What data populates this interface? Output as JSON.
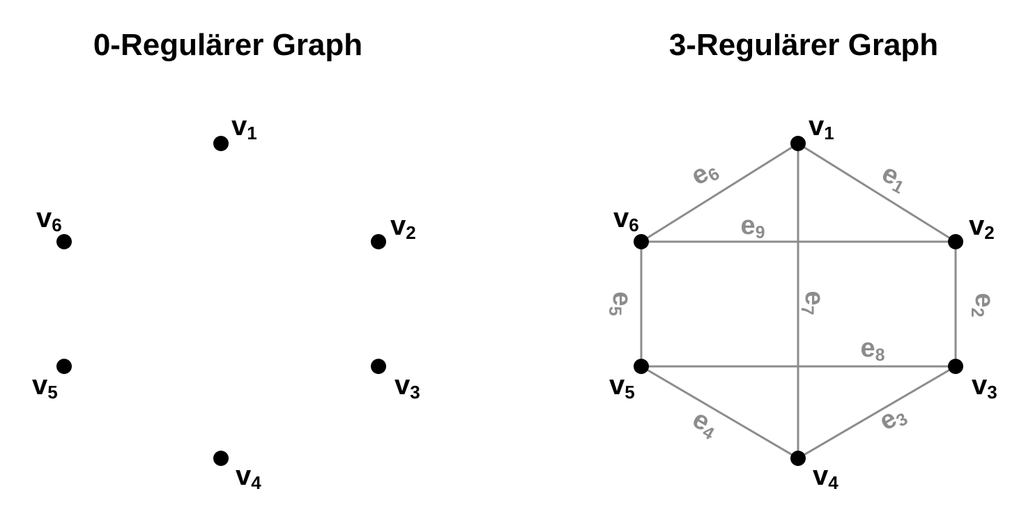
{
  "graphs": [
    {
      "id": "left",
      "title": "0-Regulärer Graph",
      "vertices": [
        {
          "name": "v",
          "sub": "1"
        },
        {
          "name": "v",
          "sub": "2"
        },
        {
          "name": "v",
          "sub": "3"
        },
        {
          "name": "v",
          "sub": "4"
        },
        {
          "name": "v",
          "sub": "5"
        },
        {
          "name": "v",
          "sub": "6"
        }
      ],
      "edges": []
    },
    {
      "id": "right",
      "title": "3-Regulärer Graph",
      "vertices": [
        {
          "name": "v",
          "sub": "1"
        },
        {
          "name": "v",
          "sub": "2"
        },
        {
          "name": "v",
          "sub": "3"
        },
        {
          "name": "v",
          "sub": "4"
        },
        {
          "name": "v",
          "sub": "5"
        },
        {
          "name": "v",
          "sub": "6"
        }
      ],
      "edges": [
        {
          "name": "e",
          "sub": "1",
          "from": 1,
          "to": 2
        },
        {
          "name": "e",
          "sub": "2",
          "from": 2,
          "to": 3
        },
        {
          "name": "e",
          "sub": "3",
          "from": 3,
          "to": 4
        },
        {
          "name": "e",
          "sub": "4",
          "from": 4,
          "to": 5
        },
        {
          "name": "e",
          "sub": "5",
          "from": 5,
          "to": 6
        },
        {
          "name": "e",
          "sub": "6",
          "from": 6,
          "to": 1
        },
        {
          "name": "e",
          "sub": "7",
          "from": 1,
          "to": 4
        },
        {
          "name": "e",
          "sub": "8",
          "from": 5,
          "to": 3
        },
        {
          "name": "e",
          "sub": "9",
          "from": 6,
          "to": 2
        }
      ]
    }
  ],
  "colors": {
    "edge": "#8c8c8c",
    "node": "#000000"
  }
}
